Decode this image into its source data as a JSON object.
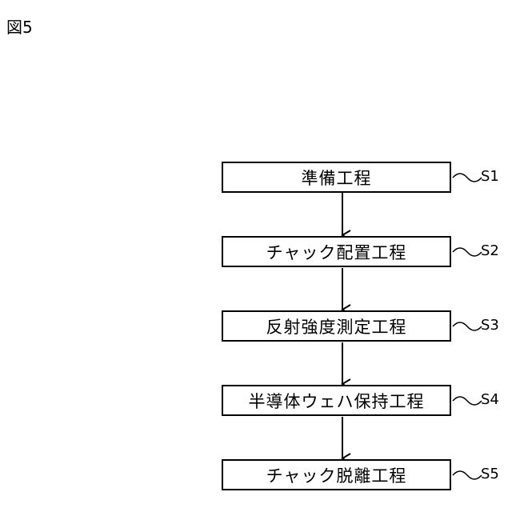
{
  "figure": {
    "label": "図5"
  },
  "steps": [
    {
      "text": "準備工程",
      "id": "S1"
    },
    {
      "text": "チャック配置工程",
      "id": "S2"
    },
    {
      "text": "反射強度測定工程",
      "id": "S3"
    },
    {
      "text": "半導体ウェハ保持工程",
      "id": "S4"
    },
    {
      "text": "チャック脱離工程",
      "id": "S5"
    }
  ]
}
